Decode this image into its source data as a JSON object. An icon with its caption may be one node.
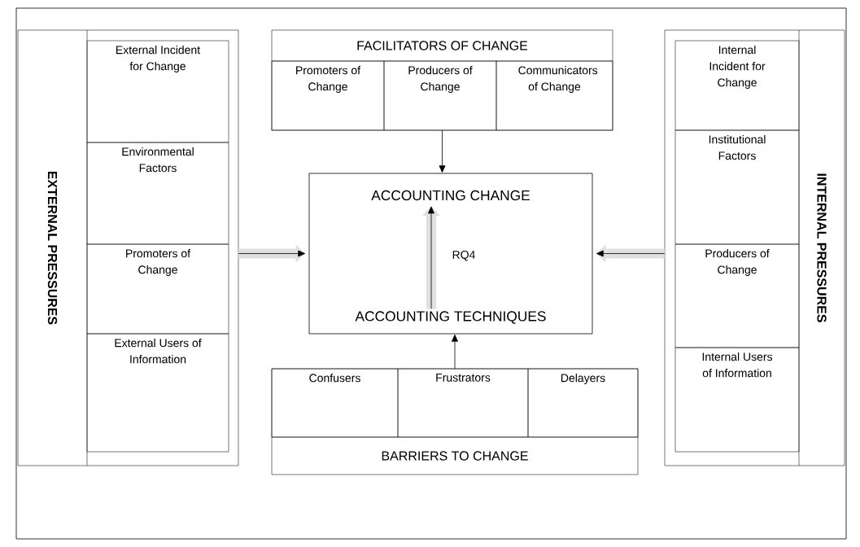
{
  "diagram": {
    "nodes": [
      {
        "text": [
          "EXTERNAL PRESSURES"
        ]
      },
      {
        "text": [
          "External Incident for Change"
        ],
        "in": 0
      },
      {
        "text": [
          "Environmental Factors"
        ],
        "in": 0
      },
      {
        "text": [
          "Promoters of Change"
        ],
        "in": 0
      },
      {
        "text": [
          "External Users of Information"
        ],
        "in": 0
      },
      {
        "text": [
          "FACILITATORS OF CHANGE"
        ]
      },
      {
        "text": [
          "Promoters of Change"
        ],
        "in": 5
      },
      {
        "text": [
          "Producers of Change"
        ],
        "in": 5
      },
      {
        "text": [
          "Communicators of Change"
        ],
        "in": 5
      },
      {
        "text": [],
        "shape": "box"
      },
      {
        "text": [
          "ACCOUNTING CHANGE"
        ],
        "in": 9
      },
      {
        "text": [
          "ACCOUNTING TECHNIQUES"
        ],
        "in": 9
      },
      {
        "text": [
          "INTERNAL PRESSURES"
        ]
      },
      {
        "text": [
          "Internal Incident for Change"
        ],
        "in": 12
      },
      {
        "text": [
          "Institutional Factors"
        ],
        "in": 12
      },
      {
        "text": [
          "Producers of Change"
        ],
        "in": 12
      },
      {
        "text": [
          "Internal Users of Information"
        ],
        "in": 12
      },
      {
        "text": [
          "BARRIERS TO CHANGE"
        ]
      },
      {
        "text": [
          "Confusers"
        ],
        "in": 17
      },
      {
        "text": [
          "Frustrators"
        ],
        "in": 17
      },
      {
        "text": [
          "Delayers"
        ],
        "in": 17
      }
    ],
    "edges": [
      {
        "from": 5,
        "to": 9,
        "arrow": "to"
      },
      {
        "from": 0,
        "to": 9,
        "arrow": "to"
      },
      {
        "from": 12,
        "to": 9,
        "arrow": "to"
      },
      {
        "from": 17,
        "to": 9,
        "arrow": "to"
      },
      {
        "from": 11,
        "to": 10,
        "arrow": "to",
        "label": "RQ4"
      }
    ]
  }
}
